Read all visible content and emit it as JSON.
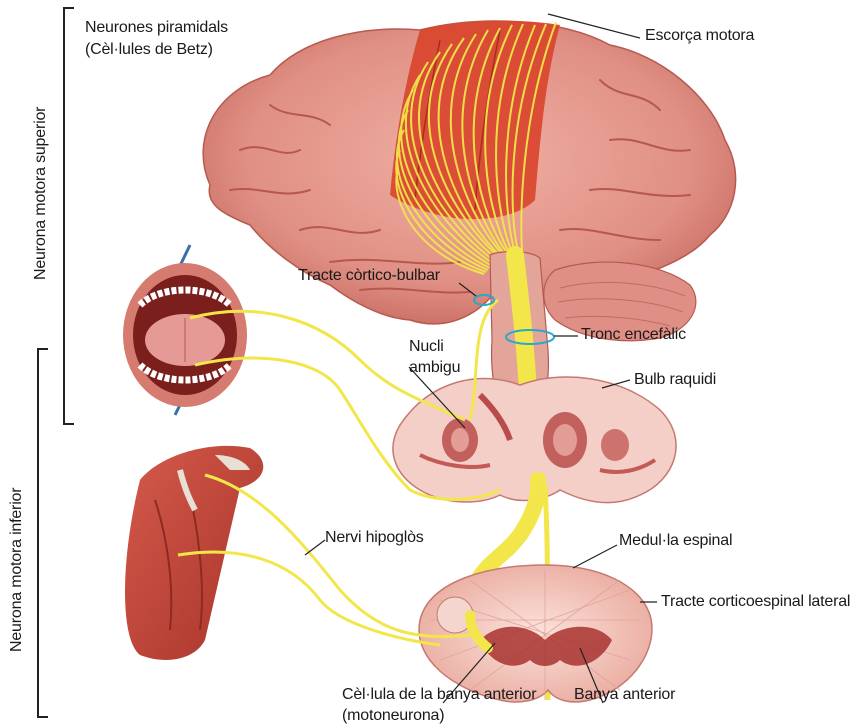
{
  "labels": {
    "neurones_piramidals_line1": "Neurones piramidals",
    "neurones_piramidals_line2": "(Cèl·lules de Betz)",
    "escorca_motora": "Escorça motora",
    "tracte_cortico_bulbar": "Tracte còrtico-bulbar",
    "tronc_encefalic": "Tronc encefàlic",
    "nucli_ambigu_line1": "Nucli",
    "nucli_ambigu_line2": "ambigu",
    "bulb_raquidi": "Bulb raquidi",
    "nervi_hipoglos": "Nervi hipoglòs",
    "medul_la_espinal": "Medul·la espinal",
    "tracte_corticoespinal_lateral": "Tracte corticoespinal lateral",
    "cel_lula_banya_anterior_line1": "Cèl·lula de la banya anterior",
    "cel_lula_banya_anterior_line2": "(motoneurona)",
    "banya_anterior": "Banya anterior"
  },
  "side_brackets": {
    "upper": "Neurona motora superior",
    "lower": "Neurona motora inferior"
  },
  "colors": {
    "brain": "#e2958a",
    "motor_cortex": "#d9452e",
    "nerve_tract": "#f2e64a",
    "tissue": "#f2c9c0",
    "muscle": "#c9473b"
  }
}
